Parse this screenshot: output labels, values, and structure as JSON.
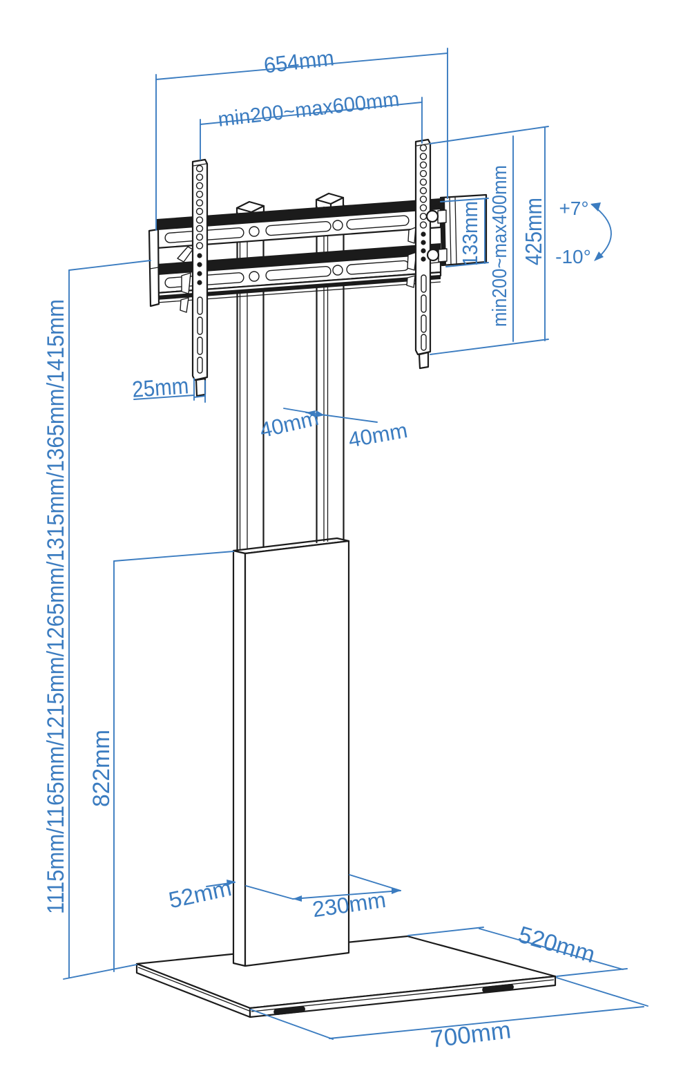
{
  "diagram": {
    "type": "technical-dimension-drawing",
    "subject": "Floor TV stand with tilting VESA bracket",
    "colors": {
      "dimension": "#3b7cc0",
      "outline": "#1b1b1b",
      "background": "#ffffff"
    },
    "labels": {
      "width_overall": "654mm",
      "vesa_width_range": "min200~max600mm",
      "vesa_height_range": "min200~max400mm",
      "bracket_height": "425mm",
      "arm_length": "133mm",
      "tilt_up": "+7°",
      "tilt_down": "-10°",
      "strip_offset": "25mm",
      "column_width_left": "40mm",
      "column_width_right": "40mm",
      "height_adjustments": "1115mm/1165mm/1215mm/1265mm/1315mm/1365mm/1415mm",
      "cover_height": "822mm",
      "cover_side_depth": "52mm",
      "cover_width": "230mm",
      "base_depth": "520mm",
      "base_width": "700mm"
    }
  }
}
